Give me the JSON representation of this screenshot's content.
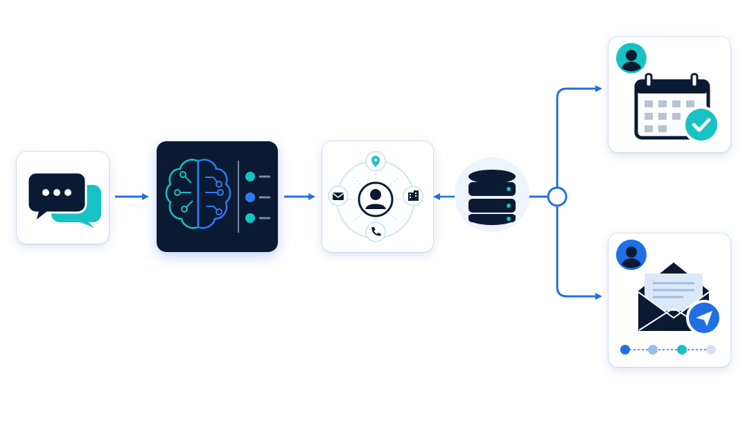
{
  "diagram": {
    "type": "workflow",
    "nodes": [
      {
        "id": "chat",
        "icon": "chat-bubbles-icon"
      },
      {
        "id": "ai",
        "icon": "brain-circuit-icon"
      },
      {
        "id": "contact",
        "icon": "contact-hub-icon",
        "satellites": [
          "location-pin-icon",
          "mail-icon",
          "building-icon",
          "phone-icon"
        ]
      },
      {
        "id": "database",
        "icon": "database-icon"
      },
      {
        "id": "schedule",
        "icon": "calendar-check-icon"
      },
      {
        "id": "email",
        "icon": "envelope-send-icon"
      }
    ],
    "edges": [
      {
        "from": "chat",
        "to": "ai",
        "style": "arrow"
      },
      {
        "from": "ai",
        "to": "contact",
        "style": "arrow"
      },
      {
        "from": "contact",
        "to": "database",
        "style": "bidirectional"
      },
      {
        "from": "database",
        "to": "schedule",
        "style": "branch"
      },
      {
        "from": "database",
        "to": "email",
        "style": "branch"
      }
    ]
  },
  "colors": {
    "navy": "#0b1a33",
    "blue": "#1f6fe5",
    "teal": "#17c2c4",
    "light_blue": "#cfe0f8"
  }
}
